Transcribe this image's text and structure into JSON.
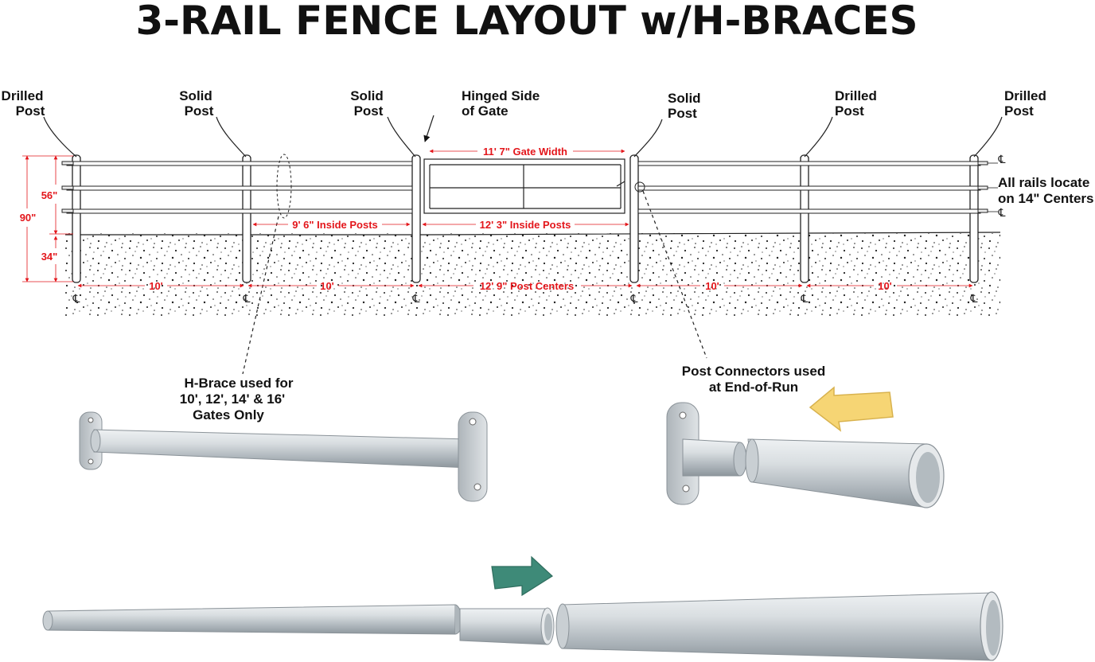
{
  "title": "3-RAIL FENCE LAYOUT w/H-BRACES",
  "post_labels": [
    {
      "line1": "Drilled",
      "line2": "Post"
    },
    {
      "line1": "Solid",
      "line2": "Post"
    },
    {
      "line1": "Solid",
      "line2": "Post"
    },
    {
      "line1": "Hinged Side",
      "line2": "of Gate"
    },
    {
      "line1": "Solid",
      "line2": "Post"
    },
    {
      "line1": "Drilled",
      "line2": "Post"
    },
    {
      "line1": "Drilled",
      "line2": "Post"
    }
  ],
  "dimensions": {
    "gate_width": "11' 7\" Gate Width",
    "inside_posts_1": "9' 6\" Inside Posts",
    "inside_posts_2": "12' 3\" Inside Posts",
    "height_56": "56\"",
    "height_90": "90\"",
    "height_34": "34\"",
    "span_1": "10'",
    "span_2": "10'",
    "post_centers": "12' 9\"  Post Centers",
    "span_3": "10'",
    "span_4": "10'"
  },
  "centerline_symbol": "℄",
  "rails_note": {
    "line1": "All rails locate",
    "line2": "on 14\" Centers"
  },
  "hbrace_note": {
    "line1": "H-Brace used for",
    "line2": "10', 12', 14' & 16'",
    "line3": "Gates Only"
  },
  "connector_note": {
    "line1": "Post Connectors used",
    "line2": "at End-of-Run"
  },
  "colors": {
    "dimension_red": "#e3161b",
    "arrow_yellow": "#f6d574",
    "arrow_green": "#3e8a78",
    "pipe_gray": "#c9cfd3"
  }
}
